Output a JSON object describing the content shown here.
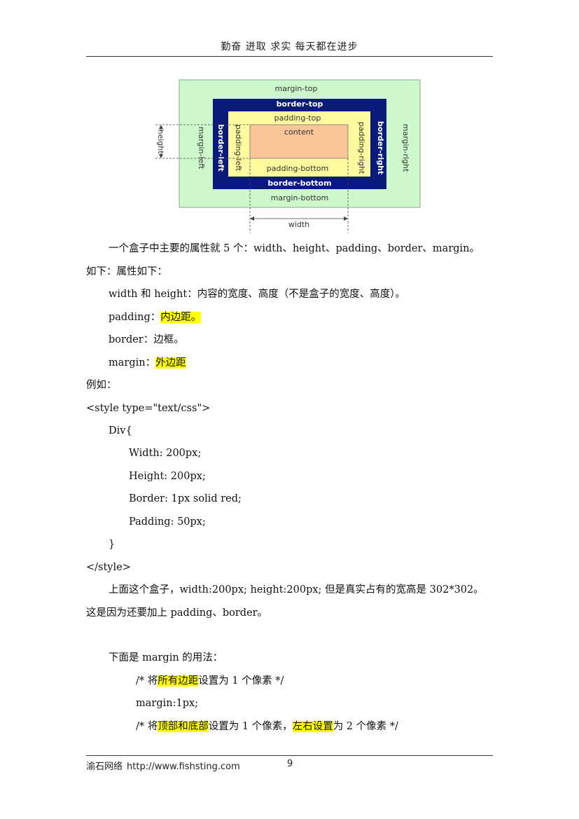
{
  "header": {
    "motto": "勤奋 进取 求实 每天都在进步"
  },
  "diagram": {
    "margin_top": "margin-top",
    "margin_bottom": "margin-bottom",
    "margin_left": "margin-left",
    "margin_right": "margin-right",
    "border_top": "border-top",
    "border_bottom": "border-bottom",
    "border_left": "border-left",
    "border_right": "border-right",
    "padding_top": "padding-top",
    "padding_bottom": "padding-bottom",
    "padding_left": "padding-left",
    "padding_right": "padding-right",
    "content": "content",
    "height": "height",
    "width": "width",
    "colors": {
      "margin": "#ccf8cc",
      "border": "#0a1a7a",
      "padding": "#fdfb9e",
      "content": "#fbc59a"
    }
  },
  "body": {
    "p1": "一个盒子中主要的属性就 5 个：width、height、padding、border、margin。",
    "p2": "如下：属性如下：",
    "l_width": "width 和 height：内容的宽度、高度（不是盒子的宽度、高度）。",
    "l_padding_label": "padding：",
    "l_padding_hl": "内边距。",
    "l_border": "border：边框。",
    "l_margin_label": "margin：",
    "l_margin_hl": "外边距",
    "example": "例如：",
    "code_open": "<style type=\"text/css\">",
    "code_div": "Div{",
    "code_w": "Width: 200px;",
    "code_h": "Height: 200px;",
    "code_b": "Border: 1px solid red;",
    "code_p": "Padding: 50px;",
    "code_brace": "}",
    "code_close": "</style>",
    "p3": "上面这个盒子，width:200px; height:200px; 但是真实占有的宽高是 302*302。",
    "p4": "这是因为还要加上 padding、border。",
    "p5": "下面是 margin 的用法：",
    "c1_pre": "/*  将",
    "c1_hl": "所有边距",
    "c1_post": "设置为 1 个像素  */",
    "code_m1": "margin:1px;",
    "c2_pre": "/*  将",
    "c2_hl1": "顶部和底部",
    "c2_mid": "设置为 1 个像素，",
    "c2_hl2": "左右设置",
    "c2_post": "为 2 个像素  */"
  },
  "footer": {
    "company": "渝石网络",
    "url": "http://www.fishsting.com",
    "page": "9"
  }
}
